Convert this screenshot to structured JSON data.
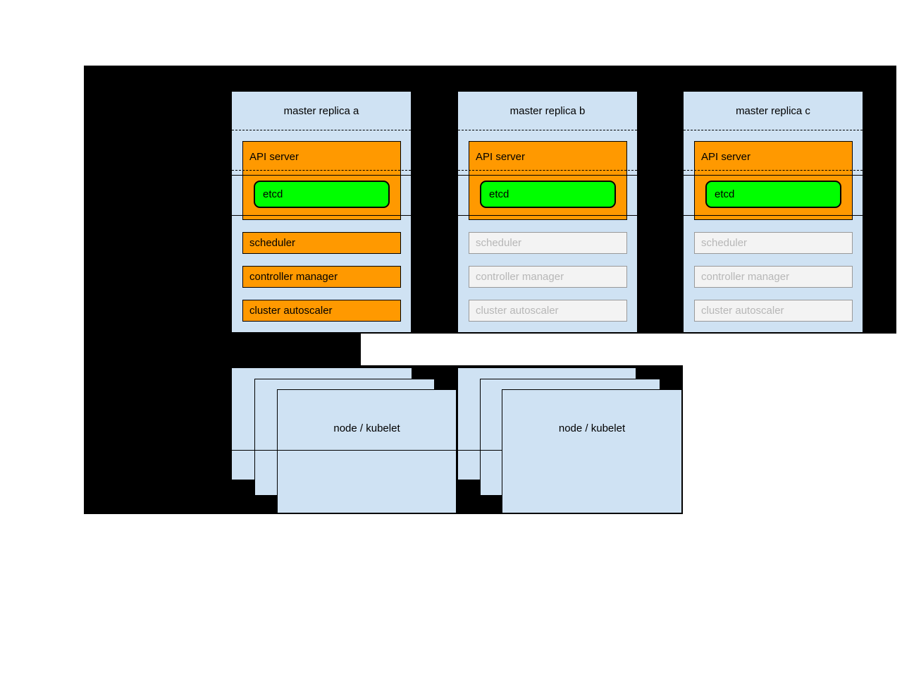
{
  "masters": [
    {
      "title": "master replica a",
      "state": "active",
      "components": {
        "api_server": "API server",
        "etcd": "etcd",
        "scheduler": "scheduler",
        "controller_manager": "controller manager",
        "cluster_autoscaler": "cluster autoscaler"
      }
    },
    {
      "title": "master replica b",
      "state": "standby",
      "components": {
        "api_server": "API server",
        "etcd": "etcd",
        "scheduler": "scheduler",
        "controller_manager": "controller manager",
        "cluster_autoscaler": "cluster autoscaler"
      }
    },
    {
      "title": "master replica c",
      "state": "standby",
      "components": {
        "api_server": "API server",
        "etcd": "etcd",
        "scheduler": "scheduler",
        "controller_manager": "controller manager",
        "cluster_autoscaler": "cluster autoscaler"
      }
    }
  ],
  "node_groups": [
    {
      "label": "node / kubelet",
      "stack_count": 3
    },
    {
      "label": "node / kubelet",
      "stack_count": 3
    }
  ],
  "colors": {
    "page_background": "#ffffff",
    "canvas_background": "#000000",
    "panel_blue": "#cfe2f3",
    "active_orange": "#ff9900",
    "etcd_green": "#00ff00",
    "inactive_fill": "#f3f3f3",
    "inactive_border": "#999999",
    "inactive_text": "#b7b7b7"
  }
}
